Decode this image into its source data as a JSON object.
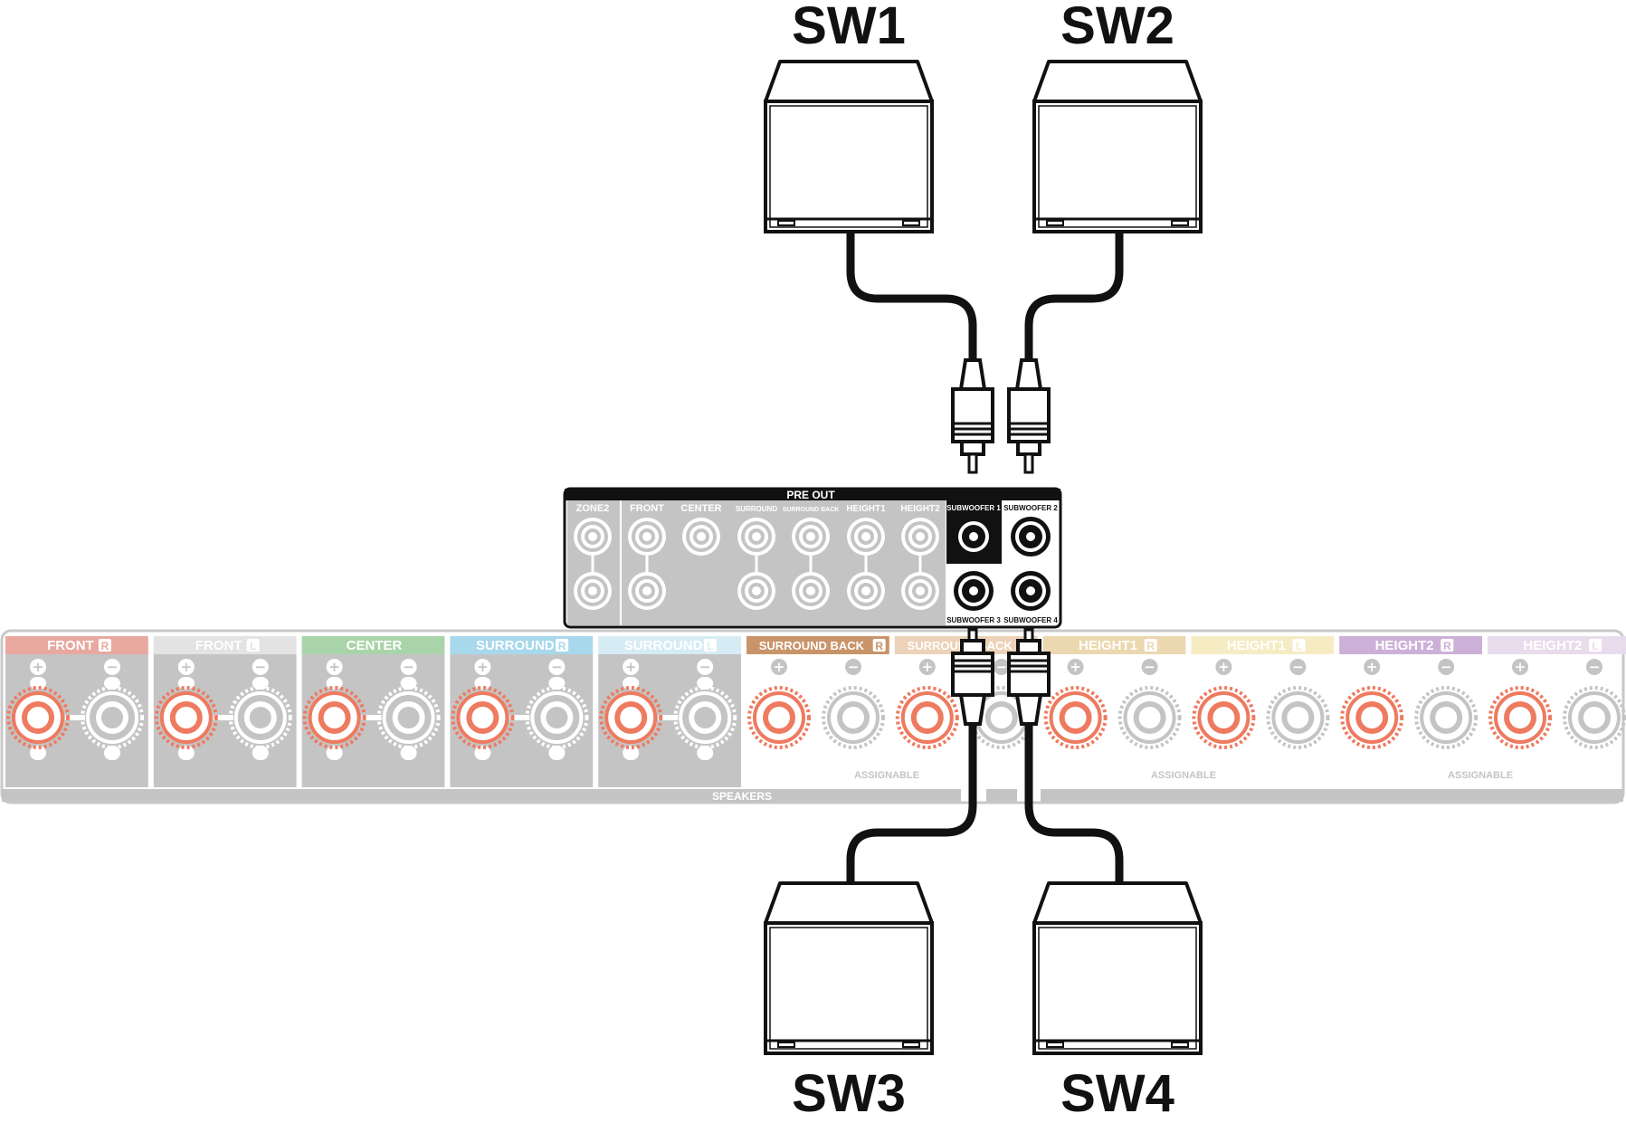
{
  "subwoofers": {
    "sw1": "SW1",
    "sw2": "SW2",
    "sw3": "SW3",
    "sw4": "SW4"
  },
  "pre_out": {
    "title": "PRE OUT",
    "labels": {
      "zone2": "ZONE2",
      "front": "FRONT",
      "center": "CENTER",
      "surround": "SURROUND",
      "surround_back": "SURROUND BACK",
      "height1": "HEIGHT1",
      "height2": "HEIGHT2",
      "subwoofer1": "SUBWOOFER 1",
      "subwoofer2": "SUBWOOFER 2",
      "subwoofer3": "SUBWOOFER 3",
      "subwoofer4": "SUBWOOFER 4"
    }
  },
  "speakers": {
    "footer_label": "SPEAKERS",
    "assignable_label": "ASSIGNABLE",
    "plus_symbol": "+",
    "minus_symbol": "−",
    "channels": [
      {
        "name": "FRONT",
        "side": "R",
        "color": "#e8a8a0"
      },
      {
        "name": "FRONT",
        "side": "L",
        "color": "#e3e3e3"
      },
      {
        "name": "CENTER",
        "side": "",
        "color": "#a9d4a9"
      },
      {
        "name": "SURROUND",
        "side": "R",
        "color": "#a8d8ec"
      },
      {
        "name": "SURROUND",
        "side": "L",
        "color": "#d6ecf5"
      },
      {
        "name": "SURROUND BACK",
        "side": "R",
        "color": "#c9946a"
      },
      {
        "name": "SURROUND BACK",
        "side": "L",
        "color": "#ecd2b8"
      },
      {
        "name": "HEIGHT1",
        "side": "R",
        "color": "#ecd8b0"
      },
      {
        "name": "HEIGHT1",
        "side": "L",
        "color": "#f6ecc4"
      },
      {
        "name": "HEIGHT2",
        "side": "R",
        "color": "#cdb0d8"
      },
      {
        "name": "HEIGHT2",
        "side": "L",
        "color": "#e8dcec"
      }
    ]
  },
  "colors": {
    "panel_gray": "#c4c4c4",
    "terminal_red": "#ee7a60",
    "cable_black": "#111111"
  }
}
